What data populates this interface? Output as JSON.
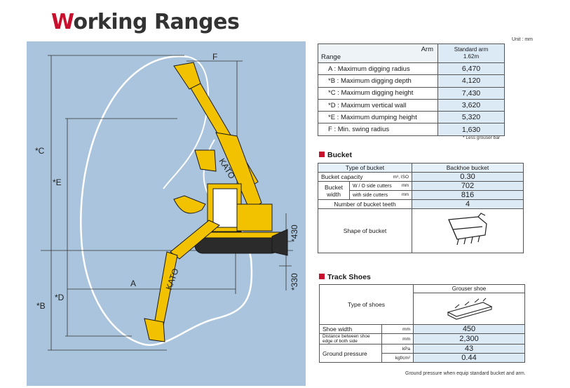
{
  "title_first": "W",
  "title_rest": "orking Ranges",
  "diagram": {
    "labels": {
      "f": "F",
      "c": "*C",
      "e": "*E",
      "a": "A",
      "b": "*B",
      "d": "*D",
      "h430": "*430",
      "h330": "*330",
      "brand": "KATO"
    }
  },
  "ranges": {
    "unit": "Unit : mm",
    "corner_arm": "Arm",
    "corner_range": "Range",
    "col_header_1": "Standard arm",
    "col_header_2": "1.62m",
    "rows": [
      {
        "label": "A : Maximum digging radius",
        "value": "6,470"
      },
      {
        "label": "*B : Maximum digging depth",
        "value": "4,120"
      },
      {
        "label": "*C : Maximum digging height",
        "value": "7,430"
      },
      {
        "label": "*D : Maximum vertical wall",
        "value": "3,620"
      },
      {
        "label": "*E : Maximum dumping height",
        "value": "5,320"
      },
      {
        "label": "F : Min. swing radius",
        "value": "1,630"
      }
    ],
    "footnote": "* Less grouser bar"
  },
  "bucket": {
    "heading": "Bucket",
    "type_label": "Type of bucket",
    "type_value": "Backhoe bucket",
    "capacity_label": "Bucket capacity",
    "capacity_unit": "m³, ISO",
    "capacity_value": "0.30",
    "width_label": "Bucket width",
    "wo_label": "W / O side cutters",
    "wo_unit": "mm",
    "wo_value": "702",
    "with_label": "with side cutters",
    "with_unit": "mm",
    "with_value": "816",
    "teeth_label": "Number of bucket teeth",
    "teeth_value": "4",
    "shape_label": "Shape of bucket"
  },
  "track": {
    "heading": "Track Shoes",
    "type_label": "Type of shoes",
    "type_value": "Grouser shoe",
    "shoe_width_label": "Shoe width",
    "shoe_width_unit": "mm",
    "shoe_width_value": "450",
    "distance_label_1": "Distance between shoe",
    "distance_label_2": "edge of both side",
    "distance_unit": "mm",
    "distance_value": "2,300",
    "pressure_label": "Ground pressure",
    "pressure_unit_1": "kPa",
    "pressure_value_1": "43",
    "pressure_unit_2": "kgf/cm²",
    "pressure_value_2": "0.44",
    "note": "Ground pressure when equip standard bucket and arm."
  },
  "colors": {
    "accent": "#c8102e",
    "machine": "#f2c200",
    "panel": "#a9c4dc"
  }
}
